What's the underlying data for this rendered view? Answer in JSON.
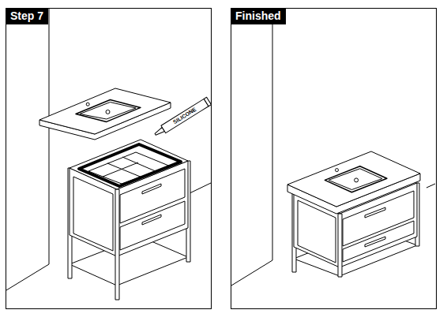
{
  "diagram": {
    "nodes": [
      {
        "text": [
          "Step 7"
        ]
      },
      {
        "text": [
          "Finished"
        ]
      }
    ],
    "edges": [],
    "labels": [
      "SILICONE"
    ]
  }
}
